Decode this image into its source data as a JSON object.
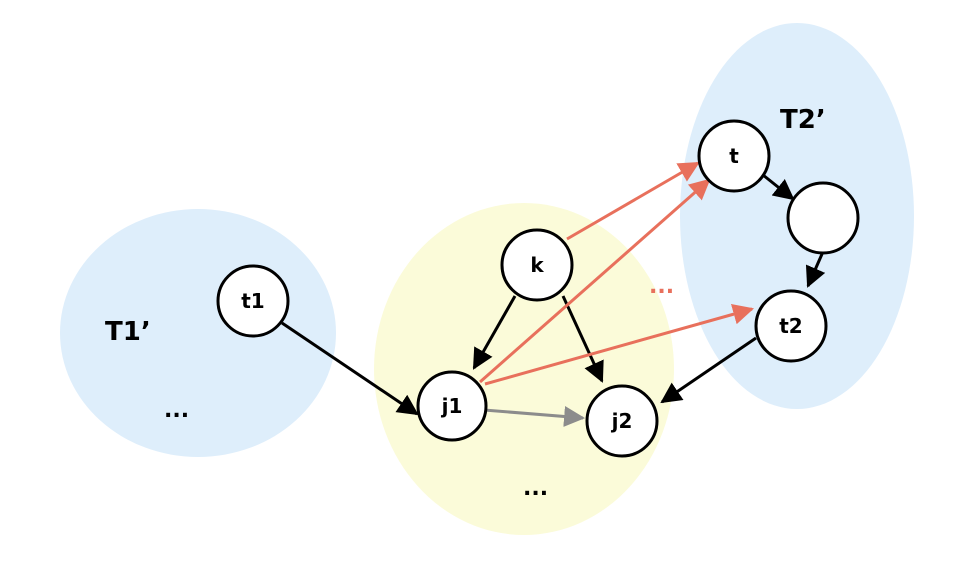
{
  "colors": {
    "blue_region": "#deeefb",
    "yellow_region": "#fbfbd9",
    "node_stroke": "#000000",
    "edge_black": "#000000",
    "edge_red": "#e8705c",
    "edge_gray": "#8c8c8c",
    "ellipsis_red": "#e8705c"
  },
  "regions": {
    "t1_label": "T1’",
    "t1_ellipsis": "...",
    "t2_label": "T2’",
    "middle_ellipsis": "..."
  },
  "nodes": {
    "t1": "t1",
    "j1": "j1",
    "j2": "j2",
    "k": "k",
    "t": "t",
    "blank": "",
    "t2": "t2"
  },
  "red_ellipsis": "..."
}
